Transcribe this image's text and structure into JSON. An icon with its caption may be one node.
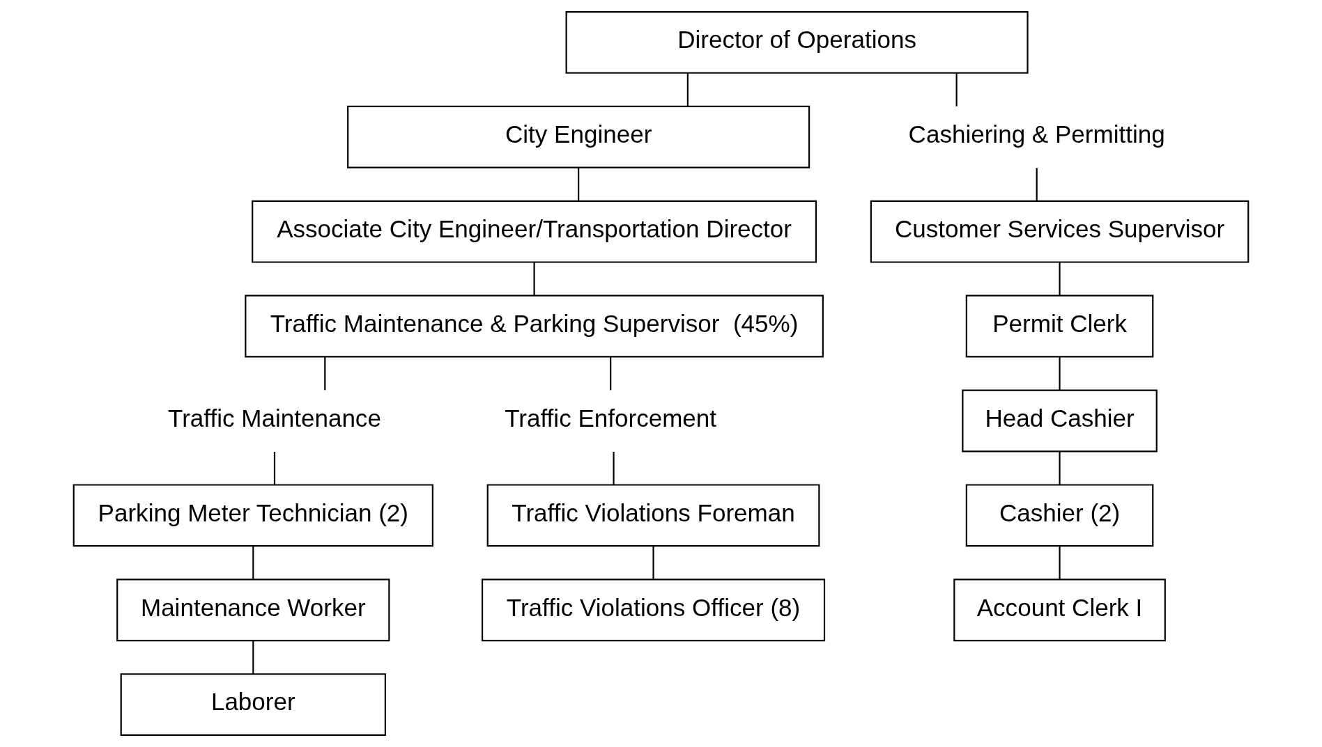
{
  "diagram": {
    "nodes": [
      {
        "text": [
          "Director of Operations"
        ]
      },
      {
        "text": [
          "City Engineer"
        ]
      },
      {
        "text": [
          "Associate City Engineer/Transportation Director"
        ]
      },
      {
        "text": [
          "Traffic Maintenance & Parking Supervisor  (45%)"
        ]
      },
      {
        "text": [
          "Traffic Maintenance"
        ]
      },
      {
        "text": [
          "Parking Meter Technician (2)"
        ]
      },
      {
        "text": [
          "Maintenance Worker"
        ]
      },
      {
        "text": [
          "Laborer"
        ]
      },
      {
        "text": [
          "Traffic Enforcement"
        ]
      },
      {
        "text": [
          "Traffic Violations Foreman"
        ]
      },
      {
        "text": [
          "Traffic Violations Officer (8)"
        ]
      },
      {
        "text": [
          "Cashiering & Permitting"
        ]
      },
      {
        "text": [
          "Customer Services Supervisor"
        ]
      },
      {
        "text": [
          "Permit Clerk"
        ]
      },
      {
        "text": [
          "Head Cashier"
        ]
      },
      {
        "text": [
          "Cashier (2)"
        ]
      },
      {
        "text": [
          "Account Clerk I"
        ]
      }
    ],
    "edges": [
      {
        "from": 0,
        "to": 1,
        "arrow": "none"
      },
      {
        "from": 1,
        "to": 2,
        "arrow": "none"
      },
      {
        "from": 2,
        "to": 3,
        "arrow": "none"
      },
      {
        "from": 3,
        "to": 4,
        "arrow": "none"
      },
      {
        "from": 4,
        "to": 5,
        "arrow": "none"
      },
      {
        "from": 5,
        "to": 6,
        "arrow": "none"
      },
      {
        "from": 6,
        "to": 7,
        "arrow": "none"
      },
      {
        "from": 3,
        "to": 8,
        "arrow": "none"
      },
      {
        "from": 8,
        "to": 9,
        "arrow": "none"
      },
      {
        "from": 9,
        "to": 10,
        "arrow": "none"
      },
      {
        "from": 0,
        "to": 11,
        "arrow": "none"
      },
      {
        "from": 11,
        "to": 12,
        "arrow": "none"
      },
      {
        "from": 12,
        "to": 13,
        "arrow": "none"
      },
      {
        "from": 13,
        "to": 14,
        "arrow": "none"
      },
      {
        "from": 14,
        "to": 15,
        "arrow": "none"
      },
      {
        "from": 15,
        "to": 16,
        "arrow": "none"
      }
    ]
  }
}
